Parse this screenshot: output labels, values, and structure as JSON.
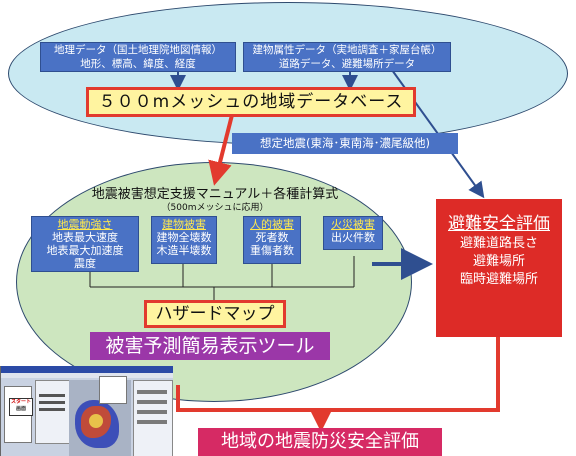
{
  "top": {
    "box_left_line1": "地理データ（国土地理院地図情報）",
    "box_left_line2": "地形、標高、緯度、経度",
    "box_right_line1": "建物属性データ（実地調査＋家屋台帳）",
    "box_right_line2": "道路データ、避難場所データ",
    "database_label": "５００mメッシュの地域データベース"
  },
  "scenario_label": "想定地震(東海･東南海･濃尾級他)",
  "mid": {
    "title": "地震被害想定支援マニュアル＋各種計算式",
    "subtitle": "（500mメッシュに応用）",
    "boxes": [
      {
        "title": "地震動強さ",
        "lines": [
          "地表最大速度",
          "地表最大加速度",
          "震度"
        ]
      },
      {
        "title": "建物被害",
        "lines": [
          "建物全壊数",
          "木造半壊数"
        ]
      },
      {
        "title": "人的被害",
        "lines": [
          "死者数",
          "重傷者数"
        ]
      },
      {
        "title": "火災被害",
        "lines": [
          "出火件数"
        ]
      }
    ],
    "hazard_map_label": "ハザードマップ",
    "tool_label": "被害予測簡易表示ツール"
  },
  "evacuation": {
    "title": "避難安全評価",
    "lines": [
      "避難道路長さ",
      "避難場所",
      "臨時避難場所"
    ]
  },
  "bottom_label": "地域の地震防災安全評価",
  "thumbnail": {
    "start_label1": "スタート",
    "start_label2": "画面"
  },
  "colors": {
    "blue_box": "#4a72c5",
    "red_accent": "#e23a2e",
    "ellipse_top": "#c9e9f2",
    "ellipse_mid": "#cde6bf",
    "purple": "#9b37a8",
    "pink": "#d62a64"
  }
}
